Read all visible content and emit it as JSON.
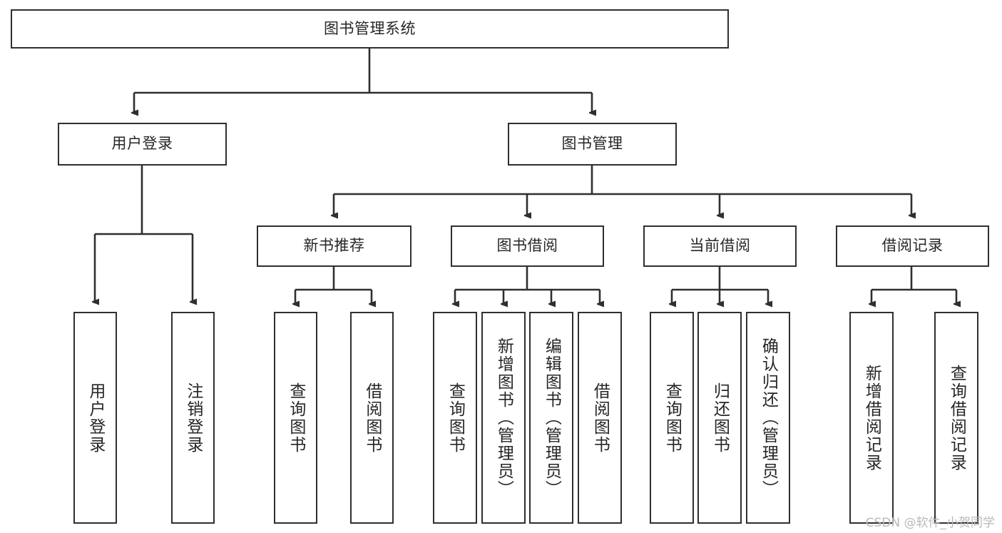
{
  "diagram": {
    "title": "图书管理系统",
    "watermark": "CSDN @软件_小贺同学",
    "stroke_color": "#2f2f2f",
    "text_color": "#262626",
    "background": "#ffffff",
    "nodes": {
      "root": "图书管理系统",
      "user_login": "用户登录",
      "book_manage": "图书管理",
      "new_book_rec": "新书推荐",
      "book_borrow": "图书借阅",
      "current_borrow": "当前借阅",
      "borrow_record": "借阅记录",
      "leaf_user_login": "用户登录",
      "leaf_logout": "注销登录",
      "leaf_query_book_1": "查询图书",
      "leaf_borrow_book_1": "借阅图书",
      "leaf_query_book_2": "查询图书",
      "leaf_add_book_admin": "新增图书（管理员）",
      "leaf_edit_book_admin": "编辑图书（管理员）",
      "leaf_borrow_book_2": "借阅图书",
      "leaf_query_book_3": "查询图书",
      "leaf_return_book": "归还图书",
      "leaf_confirm_return_admin": "确认归还（管理员）",
      "leaf_add_borrow_record": "新增借阅记录",
      "leaf_query_borrow_record": "查询借阅记录"
    }
  }
}
